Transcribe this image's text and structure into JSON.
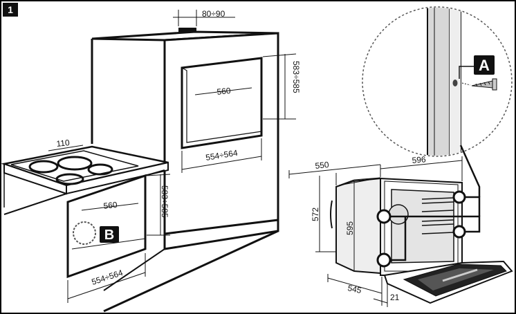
{
  "figure": {
    "number": "1"
  },
  "callouts": {
    "a": "A",
    "b": "B"
  },
  "dimensions": {
    "top_vent": "80÷90",
    "upper_height": "583÷585",
    "upper_width_inner": "560",
    "upper_width_outer": "554÷564",
    "hob_depth": "110",
    "lower_height": "583÷585",
    "lower_width_inner": "560",
    "lower_width_outer": "554÷564",
    "oven_depth": "550",
    "oven_width": "596",
    "oven_height_side": "572",
    "oven_height_front": "595",
    "oven_body_depth": "545",
    "door_thickness": "21"
  },
  "colors": {
    "line": "#111111",
    "frame": "#000000",
    "badge_bg": "#111111",
    "badge_fg": "#ffffff",
    "dashed": "#555555"
  }
}
